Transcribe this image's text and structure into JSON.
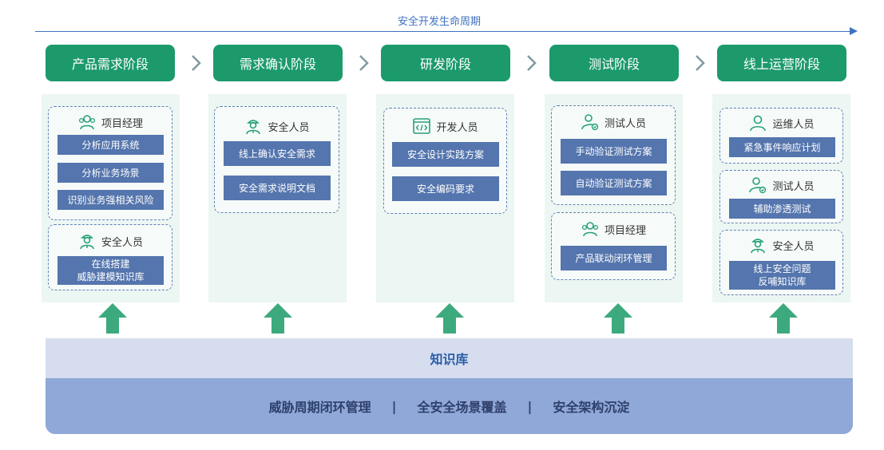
{
  "timeline": {
    "label": "安全开发生命周期"
  },
  "stages": [
    "产品需求阶段",
    "需求确认阶段",
    "研发阶段",
    "测试阶段",
    "线上运营阶段"
  ],
  "panels": [
    {
      "groups": [
        {
          "role": "项目经理",
          "icon": "people-group-icon",
          "items": [
            "分析应用系统",
            "分析业务场景",
            "识别业务强相关风险"
          ]
        },
        {
          "role": "安全人员",
          "icon": "security-officer-icon",
          "items": [
            "在线搭建\n威胁建模知识库"
          ]
        }
      ]
    },
    {
      "groups": [
        {
          "role": "安全人员",
          "icon": "security-officer-icon",
          "items": [
            "线上确认安全需求",
            "安全需求说明文档"
          ]
        }
      ]
    },
    {
      "groups": [
        {
          "role": "开发人员",
          "icon": "code-icon",
          "items": [
            "安全设计实践方案",
            "安全编码要求"
          ]
        }
      ]
    },
    {
      "groups": [
        {
          "role": "测试人员",
          "icon": "tester-icon",
          "items": [
            "手动验证测试方案",
            "自动验证测试方案"
          ]
        },
        {
          "role": "项目经理",
          "icon": "people-group-icon",
          "items": [
            "产品联动闭环管理"
          ]
        }
      ]
    },
    {
      "groups": [
        {
          "role": "运维人员",
          "icon": "person-icon",
          "items": [
            "紧急事件响应计划"
          ]
        },
        {
          "role": "测试人员",
          "icon": "tester-icon",
          "items": [
            "辅助渗透测试"
          ]
        },
        {
          "role": "安全人员",
          "icon": "security-officer-icon",
          "items": [
            "线上安全问题\n反哺知识库"
          ]
        }
      ]
    }
  ],
  "knowledge_base": {
    "title": "知识库",
    "items": [
      "威胁周期闭环管理",
      "全安全场景覆盖",
      "安全架构沉淀"
    ],
    "separator": "|"
  },
  "colors": {
    "stage_green": "#1c9a6c",
    "box_blue": "#5475ad",
    "arrow_green": "#3daa7e",
    "accent_blue": "#3f72c0",
    "kb_light": "#d6ddef",
    "kb_dark": "#8fa8d8"
  }
}
